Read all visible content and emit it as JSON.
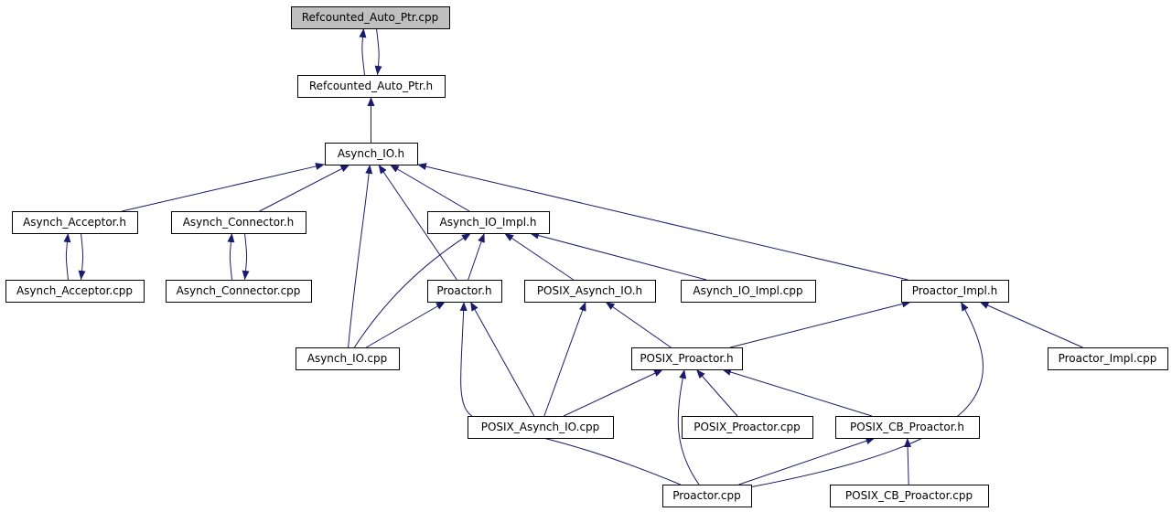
{
  "colors": {
    "edge": "#1a1a6e",
    "root_fill": "#bfbfbf",
    "node_fill": "#ffffff",
    "border": "#000000"
  },
  "nodes": [
    {
      "id": "refcounted_cpp",
      "label": "Refcounted_Auto_Ptr.cpp",
      "root": true
    },
    {
      "id": "refcounted_h",
      "label": "Refcounted_Auto_Ptr.h"
    },
    {
      "id": "asynch_io_h",
      "label": "Asynch_IO.h"
    },
    {
      "id": "acceptor_h",
      "label": "Asynch_Acceptor.h"
    },
    {
      "id": "connector_h",
      "label": "Asynch_Connector.h"
    },
    {
      "id": "io_impl_h",
      "label": "Asynch_IO_Impl.h"
    },
    {
      "id": "acceptor_cpp",
      "label": "Asynch_Acceptor.cpp"
    },
    {
      "id": "connector_cpp",
      "label": "Asynch_Connector.cpp"
    },
    {
      "id": "proactor_h",
      "label": "Proactor.h"
    },
    {
      "id": "posix_asynch_io_h",
      "label": "POSIX_Asynch_IO.h"
    },
    {
      "id": "io_impl_cpp",
      "label": "Asynch_IO_Impl.cpp"
    },
    {
      "id": "proactor_impl_h",
      "label": "Proactor_Impl.h"
    },
    {
      "id": "asynch_io_cpp",
      "label": "Asynch_IO.cpp"
    },
    {
      "id": "posix_proactor_h",
      "label": "POSIX_Proactor.h"
    },
    {
      "id": "proactor_impl_cpp",
      "label": "Proactor_Impl.cpp"
    },
    {
      "id": "posix_asynch_io_cpp",
      "label": "POSIX_Asynch_IO.cpp"
    },
    {
      "id": "posix_proactor_cpp",
      "label": "POSIX_Proactor.cpp"
    },
    {
      "id": "posix_cb_proactor_h",
      "label": "POSIX_CB_Proactor.h"
    },
    {
      "id": "proactor_cpp",
      "label": "Proactor.cpp"
    },
    {
      "id": "posix_cb_proactor_cpp",
      "label": "POSIX_CB_Proactor.cpp"
    }
  ],
  "edges": [
    {
      "from": "refcounted_h",
      "to": "refcounted_cpp"
    },
    {
      "from": "refcounted_cpp",
      "to": "refcounted_h"
    },
    {
      "from": "asynch_io_h",
      "to": "refcounted_h"
    },
    {
      "from": "acceptor_h",
      "to": "asynch_io_h"
    },
    {
      "from": "connector_h",
      "to": "asynch_io_h"
    },
    {
      "from": "io_impl_h",
      "to": "asynch_io_h"
    },
    {
      "from": "asynch_io_cpp",
      "to": "asynch_io_h"
    },
    {
      "from": "proactor_h",
      "to": "asynch_io_h"
    },
    {
      "from": "proactor_impl_h",
      "to": "asynch_io_h"
    },
    {
      "from": "acceptor_cpp",
      "to": "acceptor_h"
    },
    {
      "from": "acceptor_h",
      "to": "acceptor_cpp"
    },
    {
      "from": "connector_cpp",
      "to": "connector_h"
    },
    {
      "from": "connector_h",
      "to": "connector_cpp"
    },
    {
      "from": "asynch_io_cpp",
      "to": "io_impl_h"
    },
    {
      "from": "proactor_h",
      "to": "io_impl_h"
    },
    {
      "from": "posix_asynch_io_h",
      "to": "io_impl_h"
    },
    {
      "from": "io_impl_cpp",
      "to": "io_impl_h"
    },
    {
      "from": "asynch_io_cpp",
      "to": "proactor_h"
    },
    {
      "from": "posix_asynch_io_cpp",
      "to": "proactor_h"
    },
    {
      "from": "proactor_cpp",
      "to": "proactor_h"
    },
    {
      "from": "posix_proactor_h",
      "to": "posix_asynch_io_h"
    },
    {
      "from": "posix_asynch_io_cpp",
      "to": "posix_asynch_io_h"
    },
    {
      "from": "posix_proactor_h",
      "to": "proactor_impl_h"
    },
    {
      "from": "proactor_impl_cpp",
      "to": "proactor_impl_h"
    },
    {
      "from": "proactor_cpp",
      "to": "proactor_impl_h"
    },
    {
      "from": "posix_asynch_io_cpp",
      "to": "posix_proactor_h"
    },
    {
      "from": "posix_proactor_cpp",
      "to": "posix_proactor_h"
    },
    {
      "from": "posix_cb_proactor_h",
      "to": "posix_proactor_h"
    },
    {
      "from": "proactor_cpp",
      "to": "posix_proactor_h"
    },
    {
      "from": "proactor_cpp",
      "to": "posix_cb_proactor_h"
    },
    {
      "from": "posix_cb_proactor_cpp",
      "to": "posix_cb_proactor_h"
    }
  ]
}
